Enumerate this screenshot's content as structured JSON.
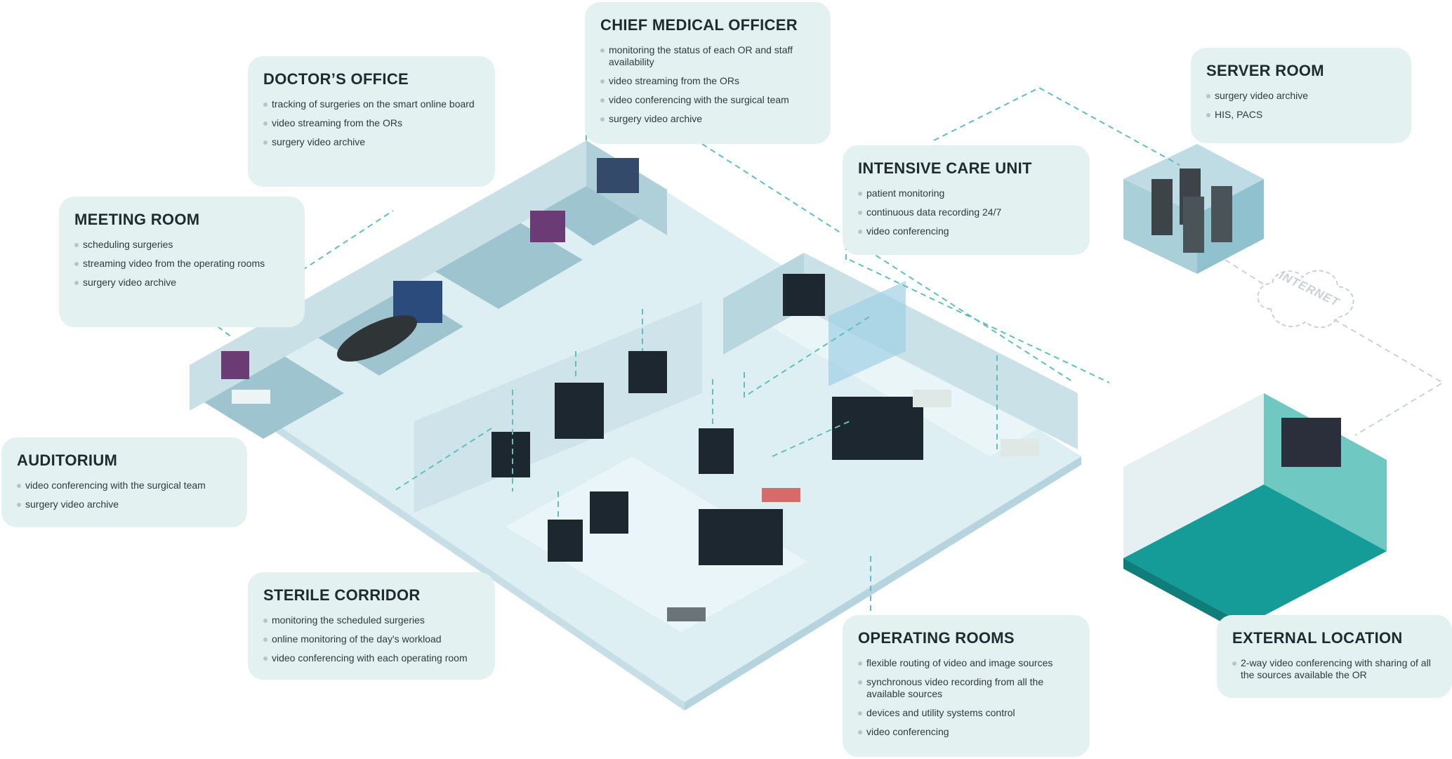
{
  "areas": {
    "chief_medical_officer": {
      "title": "CHIEF MEDICAL OFFICER",
      "items": [
        "monitoring the status of each OR and staff availability",
        "video streaming from the ORs",
        "video conferencing with the surgical team",
        "surgery video archive"
      ]
    },
    "doctors_office": {
      "title": "DOCTOR’S OFFICE",
      "items": [
        "tracking of surgeries on the smart online board",
        "video streaming from the ORs",
        "surgery video archive"
      ]
    },
    "meeting_room": {
      "title": "MEETING ROOM",
      "items": [
        "scheduling surgeries",
        "streaming video from the operating rooms",
        "surgery video archive"
      ]
    },
    "auditorium": {
      "title": "AUDITORIUM",
      "items": [
        "video conferencing with the surgical team",
        "surgery video archive"
      ]
    },
    "sterile_corridor": {
      "title": "STERILE CORRIDOR",
      "items": [
        "monitoring the scheduled surgeries",
        "online monitoring of the day's workload",
        "video conferencing with each operating room"
      ]
    },
    "intensive_care_unit": {
      "title": "INTENSIVE CARE UNIT",
      "items": [
        "patient monitoring",
        "continuous data recording 24/7",
        "video conferencing"
      ]
    },
    "operating_rooms": {
      "title": "OPERATING ROOMS",
      "items": [
        "flexible routing of video and image sources",
        "synchronous video recording from all the available sources",
        "devices and utility systems control",
        "video conferencing"
      ]
    },
    "server_room": {
      "title": "SERVER ROOM",
      "items": [
        "surgery video archive",
        "HIS, PACS"
      ]
    },
    "external_location": {
      "title": "EXTERNAL LOCATION",
      "items": [
        "2-way video conferencing with sharing of all the sources available the OR"
      ]
    }
  },
  "internet_label": "INTERNET",
  "colors": {
    "card_bg": "#e3f1f1",
    "floor": "#dff0f5",
    "wall": "#c3dce3",
    "teal": "#169c98",
    "dashed_line": "#5fbfbf"
  }
}
